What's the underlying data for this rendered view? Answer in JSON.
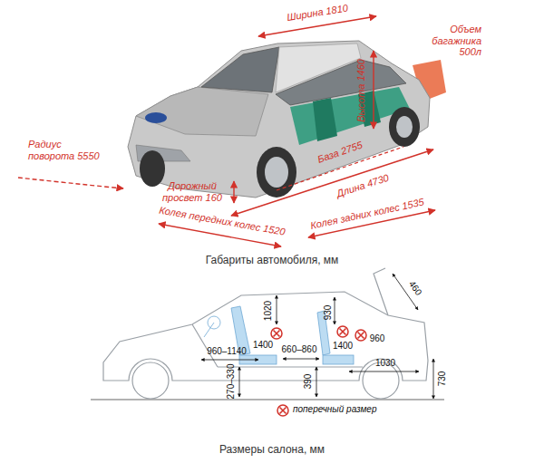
{
  "diagram": {
    "labels": [
      "Ширина 1810",
      "Объем багажника 500л",
      "Высота 1460",
      "База 2755",
      "Длина 4730",
      "Радиус поворота 5550",
      "Дорожный просвет 160",
      "Колея задних колес 1535",
      "Колея передних колес 1520",
      "Габариты автомобиля, мм",
      "1020",
      "930",
      "460",
      "960–1140",
      "1400",
      "660–860",
      "1400",
      "960",
      "1030",
      "390",
      "270–330",
      "730",
      "Размеры салона, мм"
    ],
    "legend": [
      {
        "text": "поперечный размер"
      }
    ]
  }
}
